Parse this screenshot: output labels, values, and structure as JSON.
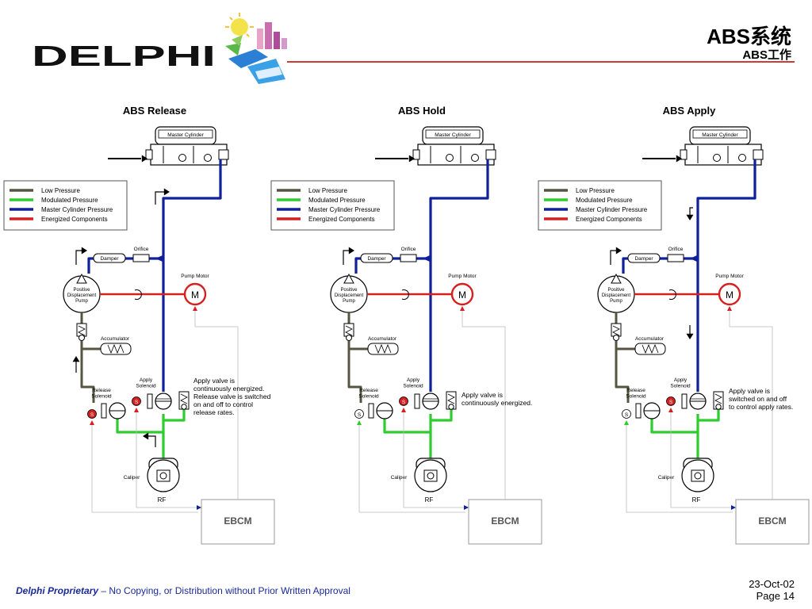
{
  "header": {
    "logo": "DELPHI",
    "title": "ABS系统",
    "subtitle": "ABS工作"
  },
  "legend": {
    "items": [
      {
        "label": "Low Pressure",
        "color": "#555540"
      },
      {
        "label": "Modulated Pressure",
        "color": "#2ecc2e"
      },
      {
        "label": "Master Cylinder Pressure",
        "color": "#10209a"
      },
      {
        "label": "Energized Components",
        "color": "#d42020"
      }
    ]
  },
  "labels": {
    "master_cylinder": "Master Cylinder",
    "damper": "Damper",
    "orifice": "Orifice",
    "pump_motor": "Pump Motor",
    "motor": "M",
    "pump": "Positive\nDisplacement\nPump",
    "accumulator": "Accumulator",
    "apply_solenoid": "Apply\nSolenoid",
    "release_solenoid": "Release\nSolenoid",
    "solenoid_symbol": "S",
    "caliper": "Caliper",
    "wheel": "RF",
    "ebcm": "EBCM"
  },
  "panels": [
    {
      "title": "ABS Release",
      "note": "Apply valve is\ncontinuously energized.\nRelease valve is switched\non and off to control\nrelease rates.",
      "release_energized": true
    },
    {
      "title": "ABS Hold",
      "note": "Apply valve is\ncontinuously energized.",
      "release_energized": false
    },
    {
      "title": "ABS Apply",
      "note": "Apply valve is\nswitched on and off\nto control apply rates.",
      "release_energized": false
    }
  ],
  "footer": {
    "proprietary": "Delphi Proprietary",
    "notice": " – No Copying, or Distribution without Prior Written Approval",
    "date": "23-Oct-02",
    "page": "Page 14"
  }
}
